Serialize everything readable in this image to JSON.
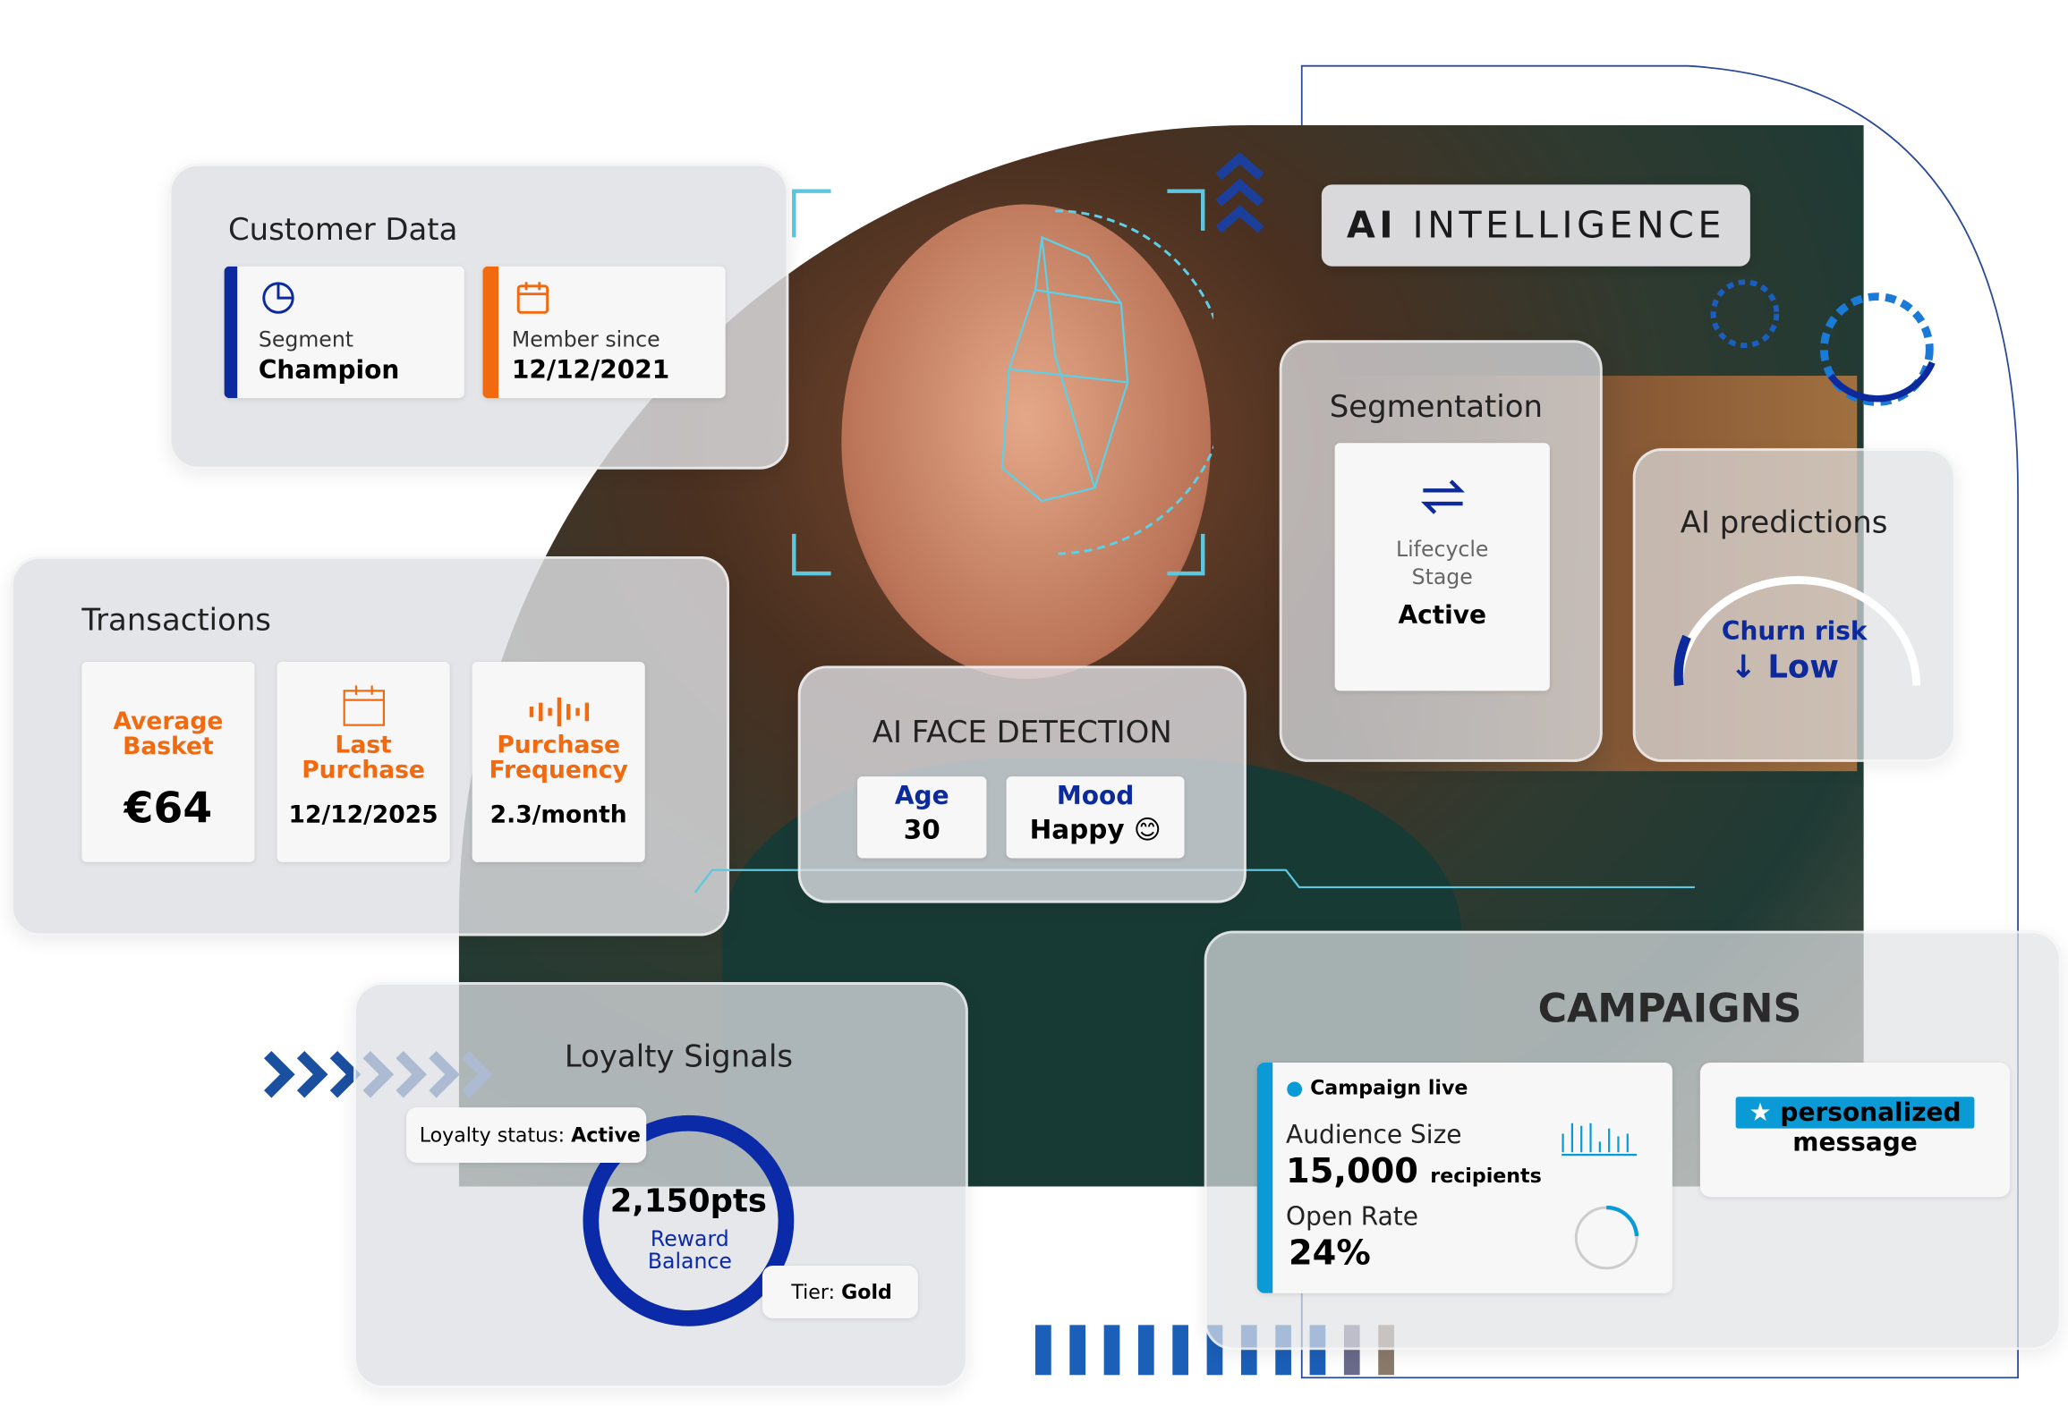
{
  "customer_data": {
    "title": "Customer Data",
    "segment_label": "Segment",
    "segment_value": "Champion",
    "member_label": "Member since",
    "member_value": "12/12/2021",
    "icons": [
      "pie-chart-icon",
      "calendar-icon"
    ]
  },
  "ai_intelligence": {
    "title_bold": "AI",
    "title_rest": "INTELLIGENCE"
  },
  "transactions": {
    "title": "Transactions",
    "items": [
      {
        "label": "Average Basket",
        "value": "€64"
      },
      {
        "label": "Last Purchase",
        "value": "12/12/2025"
      },
      {
        "label": "Purchase Frequency",
        "value": "2.3/month"
      }
    ]
  },
  "segmentation": {
    "title": "Segmentation",
    "label": "Lifecycle Stage",
    "value": "Active"
  },
  "ai_predictions": {
    "title": "AI predictions",
    "churn_label": "Churn risk",
    "churn_value": "↓ Low"
  },
  "face_detection": {
    "title": "AI FACE DETECTION",
    "age_label": "Age",
    "age_value": "30",
    "mood_label": "Mood",
    "mood_value": "Happy 😊"
  },
  "loyalty": {
    "title": "Loyalty Signals",
    "status_label": "Loyalty status:",
    "status_value": "Active",
    "points": "2,150pts",
    "points_label": "Reward Balance",
    "tier_label": "Tier:",
    "tier_value": "Gold"
  },
  "campaigns": {
    "title": "CAMPAIGNS",
    "live": "Campaign live",
    "audience_label": "Audience Size",
    "audience_value": "15,000",
    "audience_unit": "recipients",
    "open_label": "Open Rate",
    "open_value": "24%",
    "open_rate_fraction": 0.24,
    "badge": "personalized",
    "badge_sub": "message"
  },
  "colors": {
    "navy": "#0d2a9c",
    "orange": "#f26a10",
    "cyan": "#0a9ad6"
  }
}
